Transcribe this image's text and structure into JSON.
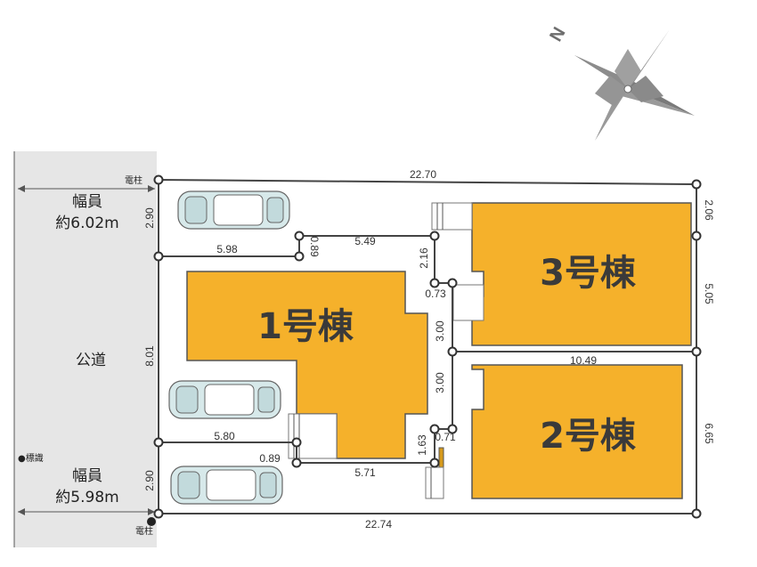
{
  "colors": {
    "building": "#f5b12b",
    "road": "#e6e6e6",
    "car_body": "#d7e9ea",
    "line": "#444444",
    "compass": "#6d6d6d"
  },
  "compass": {
    "north_label": "N",
    "icon": "compass-rose-icon"
  },
  "road": {
    "label": "公道",
    "width_label_top_1": "幅員",
    "width_label_top_2": "約6.02m",
    "width_label_bottom_1": "幅員",
    "width_label_bottom_2": "約5.98m",
    "marker_label": "●標識"
  },
  "poles": {
    "top": "電柱",
    "bottom": "電柱"
  },
  "buildings": {
    "b1": "1号棟",
    "b2": "2号棟",
    "b3": "3号棟"
  },
  "dims": {
    "top": "22.70",
    "bottom": "22.74",
    "left_top": "2.90",
    "left_mid": "8.01",
    "left_bottom": "2.90",
    "drive1": "5.98",
    "drive1_short": "0.89",
    "path_top": "5.49",
    "path_v1": "2.16",
    "path_073": "0.73",
    "path_v2": "3.00",
    "path_v3": "3.00",
    "path_mid": "10.49",
    "right_top": "2.06",
    "right_mid": "5.05",
    "right_bottom": "6.65",
    "drive2": "5.80",
    "drive2_short": "0.89",
    "path_bottom": "5.71",
    "path_v4": "1.63",
    "path_071": "0.71"
  }
}
